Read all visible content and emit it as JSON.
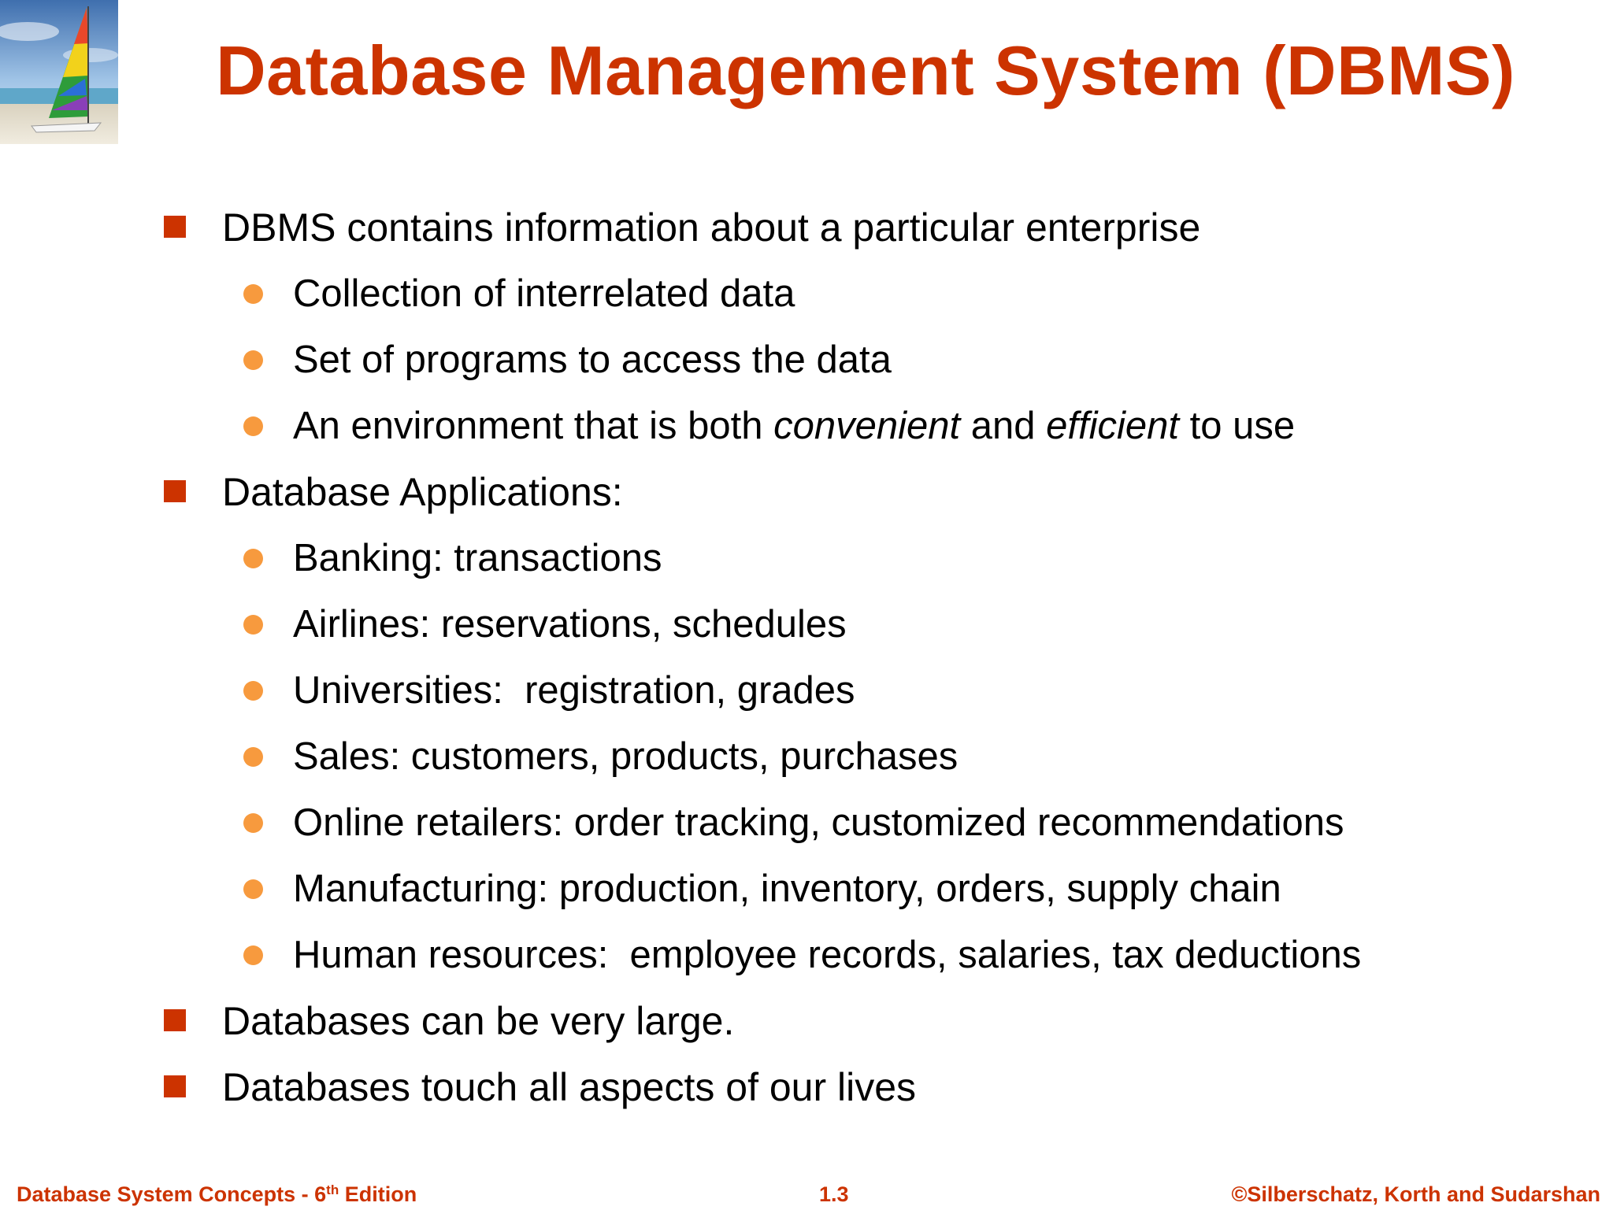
{
  "slide": {
    "title": "Database Management System (DBMS)",
    "bullets": [
      {
        "text": "DBMS contains information about a particular enterprise",
        "items": [
          {
            "text": "Collection of interrelated data"
          },
          {
            "text": "Set of programs to access the data"
          },
          {
            "pre": "An environment that is both ",
            "em1": "convenient",
            "mid": " and ",
            "em2": "efficient",
            "post": " to use"
          }
        ]
      },
      {
        "text": "Database Applications:",
        "items": [
          {
            "text": "Banking: transactions"
          },
          {
            "text": "Airlines: reservations, schedules"
          },
          {
            "text": "Universities:  registration, grades"
          },
          {
            "text": "Sales: customers, products, purchases"
          },
          {
            "text": "Online retailers: order tracking, customized recommendations"
          },
          {
            "text": "Manufacturing: production, inventory, orders, supply chain"
          },
          {
            "text": "Human resources:  employee records, salaries, tax deductions"
          }
        ]
      },
      {
        "text": "Databases can be very large."
      },
      {
        "text": "Databases touch all aspects of our lives"
      }
    ]
  },
  "footer": {
    "book": "Database System Concepts - 6",
    "edition_sup": "th",
    "edition_word": " Edition",
    "page": "1.3",
    "copyright": "©Silberschatz, Korth and Sudarshan"
  },
  "colors": {
    "title": "#cc3300",
    "square_bullet": "#cc3300",
    "round_bullet": "#f79a3e",
    "footer": "#cc3300"
  },
  "icons": {
    "logo": "sailboat-logo-icon",
    "level1_bullet": "square-bullet-icon",
    "level2_bullet": "circle-bullet-icon"
  }
}
